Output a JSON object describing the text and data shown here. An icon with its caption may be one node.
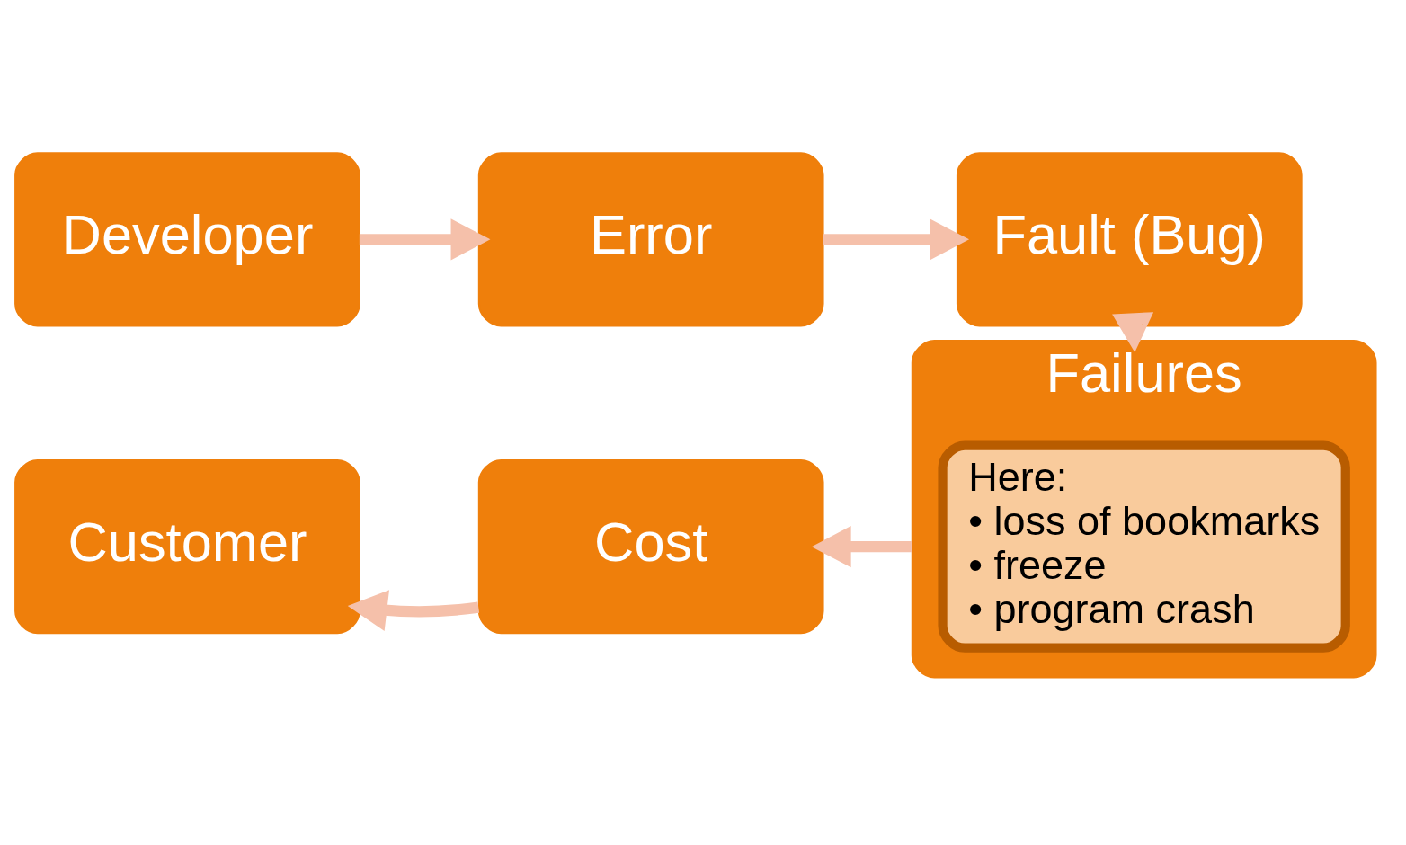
{
  "diagram": {
    "nodes": [
      {
        "text": [
          "Developer"
        ]
      },
      {
        "text": [
          "Error"
        ]
      },
      {
        "text": [
          "Fault (Bug)"
        ]
      },
      {
        "text": [
          "Failures"
        ]
      },
      {
        "text": [
          "Here:",
          "• loss of bookmarks",
          "• freeze",
          "• program crash"
        ],
        "in": 3
      },
      {
        "text": [
          "Cost"
        ]
      },
      {
        "text": [
          "Customer"
        ]
      }
    ],
    "edges": [
      {
        "from": 0,
        "to": 1,
        "arrow": "to"
      },
      {
        "from": 1,
        "to": 2,
        "arrow": "to"
      },
      {
        "from": 2,
        "to": 3,
        "arrow": "to"
      },
      {
        "from": 3,
        "to": 5,
        "arrow": "to"
      },
      {
        "from": 5,
        "to": 6,
        "arrow": "to"
      }
    ]
  }
}
